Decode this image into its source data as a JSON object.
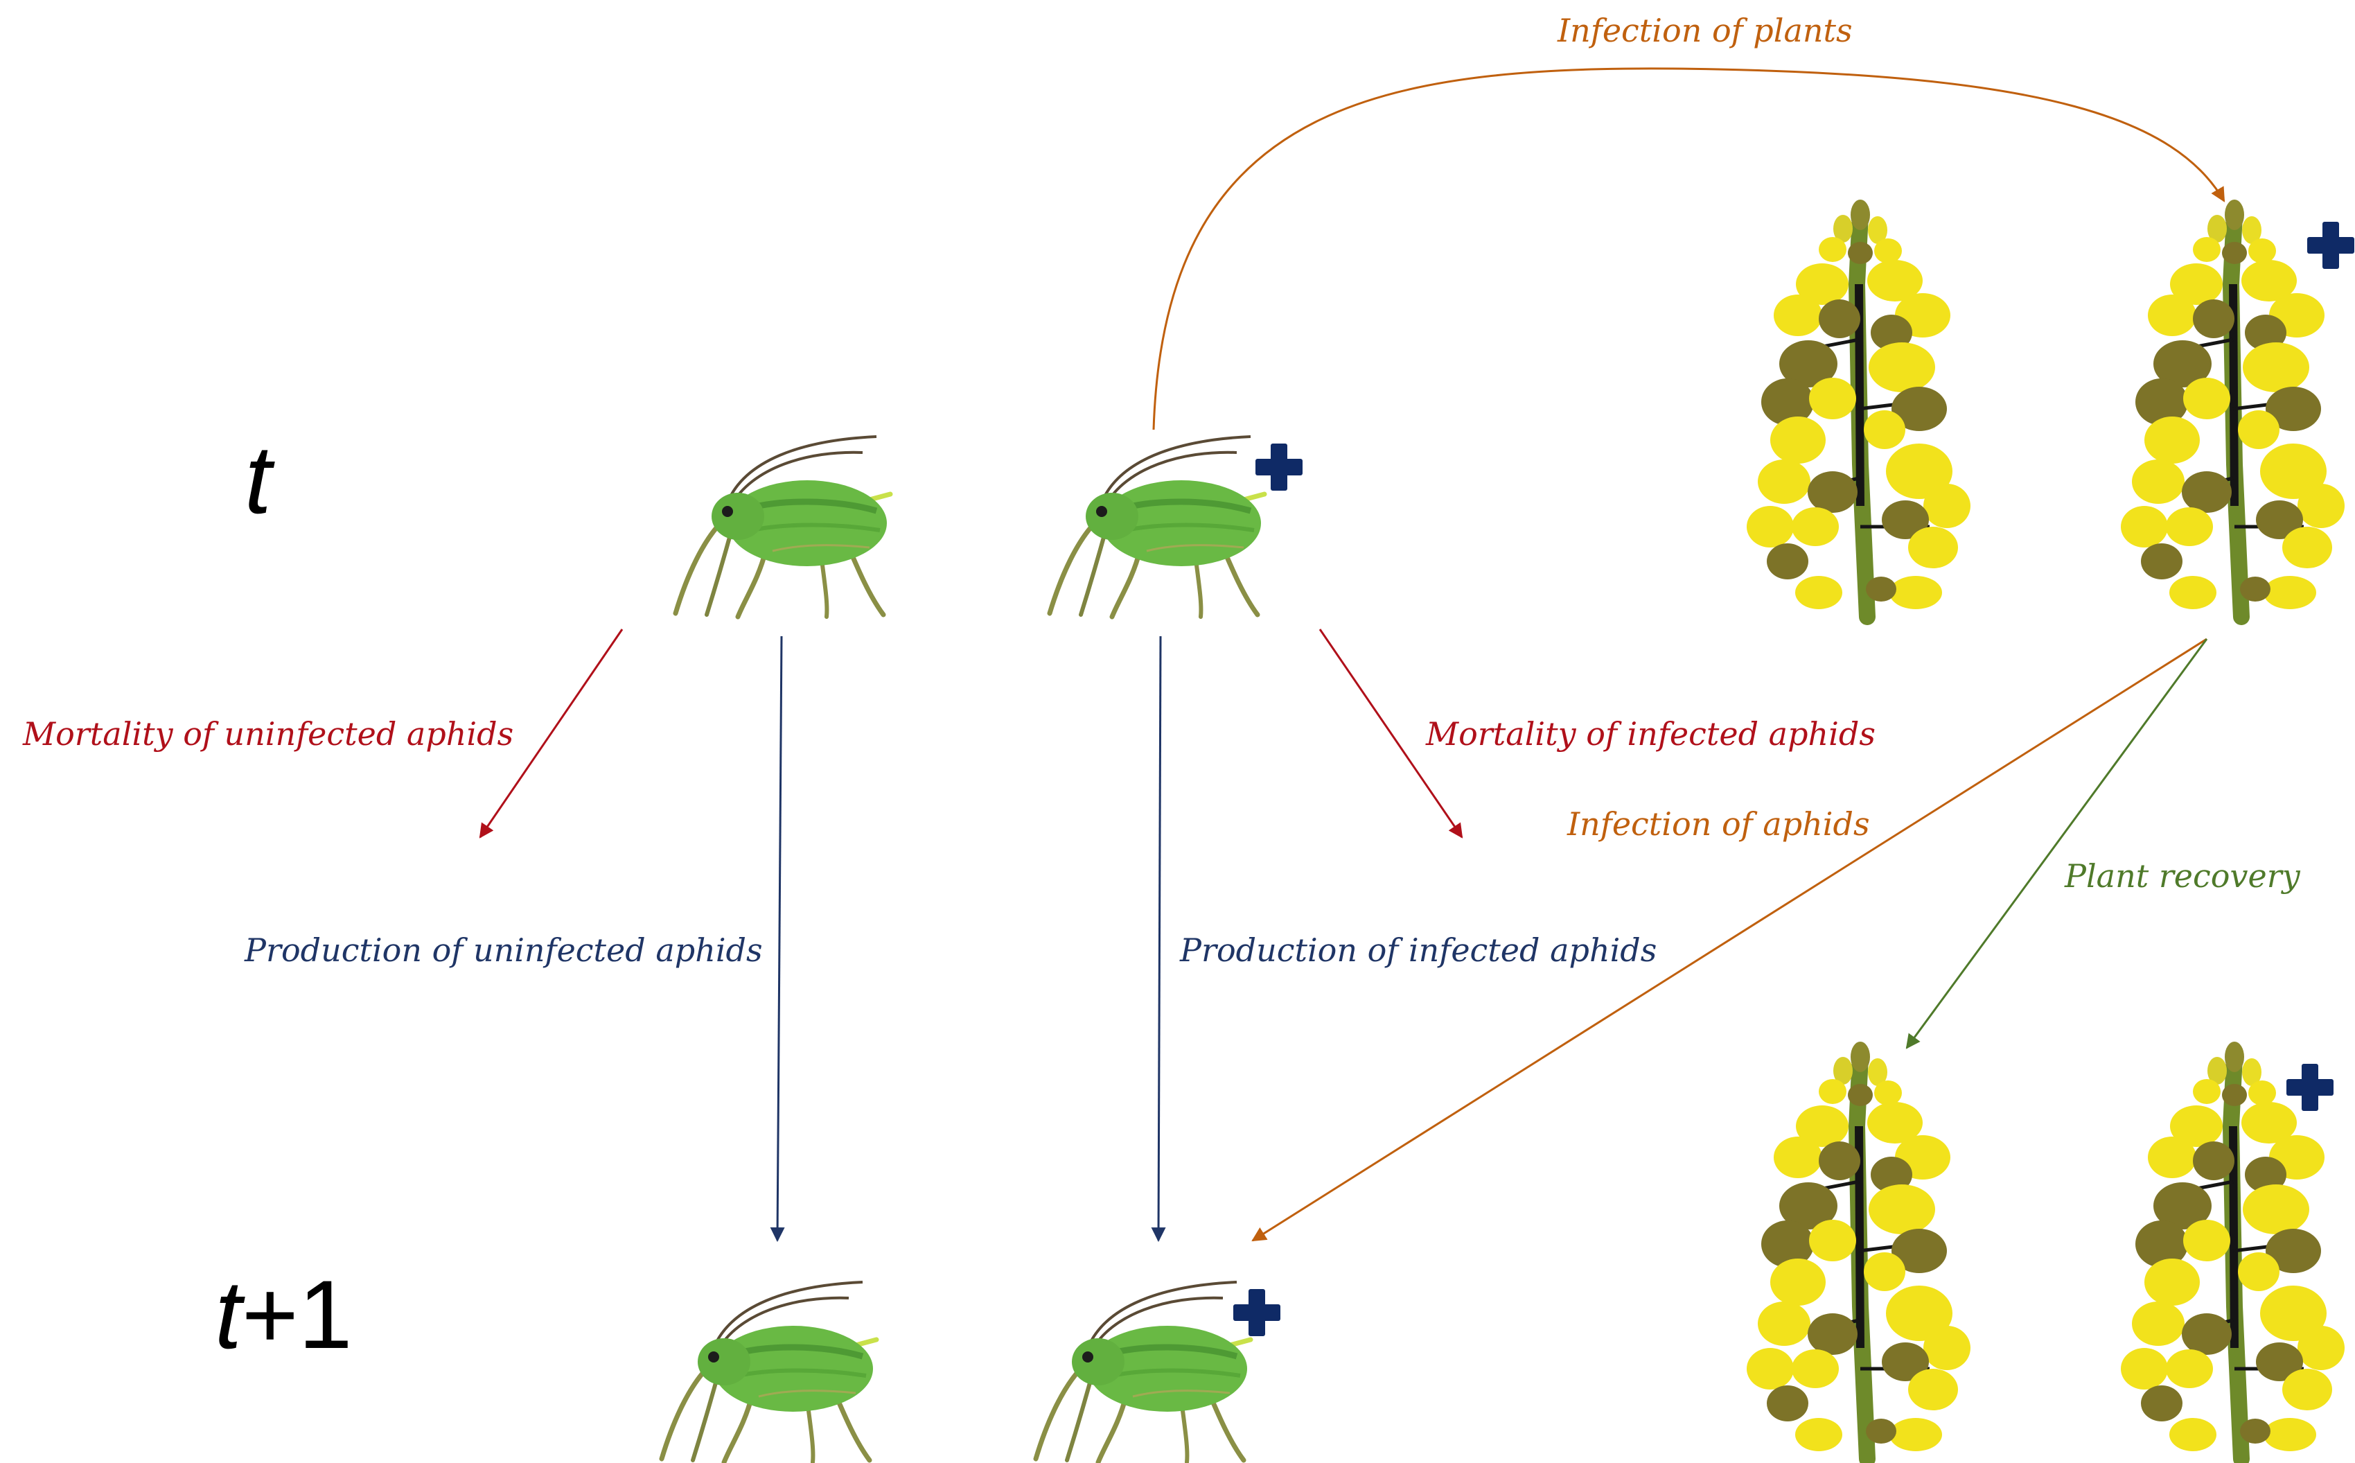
{
  "time_labels": {
    "t": "t",
    "t_plus_1_var": "t",
    "t_plus_1_op": "+1"
  },
  "labels": {
    "infection_of_plants": "Infection of plants",
    "mortality_uninfected": "Mortality of uninfected aphids",
    "mortality_infected": "Mortality of infected aphids",
    "infection_of_aphids": "Infection of aphids",
    "plant_recovery": "Plant recovery",
    "production_uninfected": "Production of uninfected aphids",
    "production_infected": "Production of infected aphids"
  },
  "colors": {
    "infection": "#C0600E",
    "mortality": "#B0101A",
    "production": "#1F3566",
    "recovery": "#4F7A2A",
    "plus_marker": "#0F2A66",
    "aphid_body": "#69B944",
    "aphid_stripe": "#4E9A34",
    "aphid_leg": "#8A8F45",
    "flower_yellow": "#F2E21C",
    "flower_olive": "#7D7328",
    "stem": "#6E8A2A"
  }
}
